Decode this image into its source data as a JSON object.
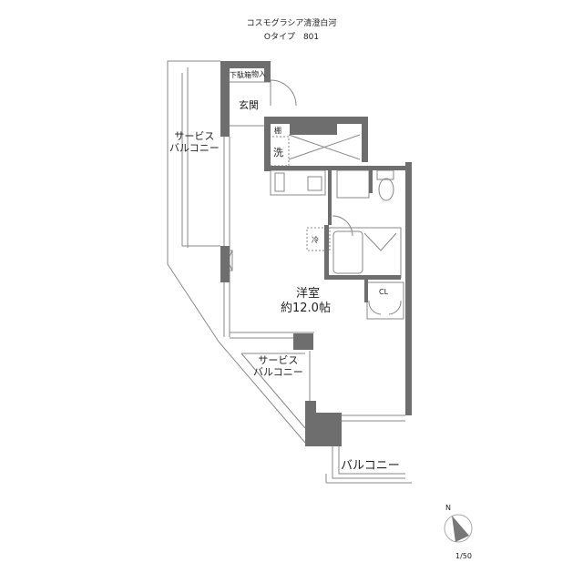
{
  "header": {
    "building_name": "コスモグラシア清澄白河",
    "unit_type": "Oタイプ　801"
  },
  "rooms": {
    "service_balcony_top": "サービス\nバルコニー",
    "shoe_closet": "下駄箱",
    "storage_entry": "物入",
    "entrance": "玄関",
    "shelf": "棚",
    "washer": "洗",
    "refrigerator": "冷",
    "western_room": "洋室",
    "western_room_size": "約12.0帖",
    "closet": "CL",
    "service_balcony_bottom": "サービス\nバルコニー",
    "balcony": "バルコニー"
  },
  "compass": {
    "north_label": "N"
  },
  "scale": "1/50",
  "colors": {
    "wall": "#6e6e6e",
    "line": "#888888"
  }
}
